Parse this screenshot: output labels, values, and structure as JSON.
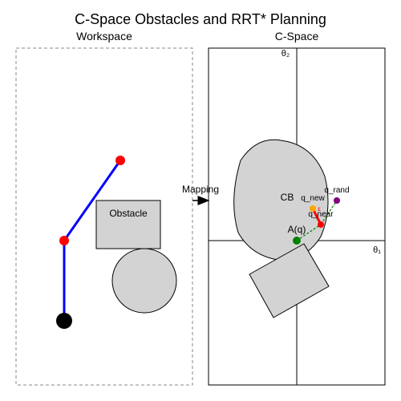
{
  "title": "C-Space Obstacles and RRT* Planning",
  "workspace": {
    "label": "Workspace",
    "obstacle_label": "Obstacle"
  },
  "mapping_label": "Mapping",
  "cspace": {
    "label": "C-Space",
    "theta2_label": "θ₂",
    "theta1_label": "θ₁",
    "cb_label": "CB",
    "start_label": "A(q)",
    "q_new_label": "q_new",
    "q_rand_label": "q_rand",
    "q_near_label": "q_near",
    "step_label": "ε"
  },
  "colors": {
    "arm": "#0000ff",
    "joint": "#ff0000",
    "base": "#000000",
    "obstacle_fill": "#d3d3d3",
    "tree_edge": "#008000",
    "start_node": "#008000",
    "q_new": "#ffa500",
    "q_rand": "#800080",
    "q_near": "#ff0000",
    "extension": "#ff0000"
  }
}
